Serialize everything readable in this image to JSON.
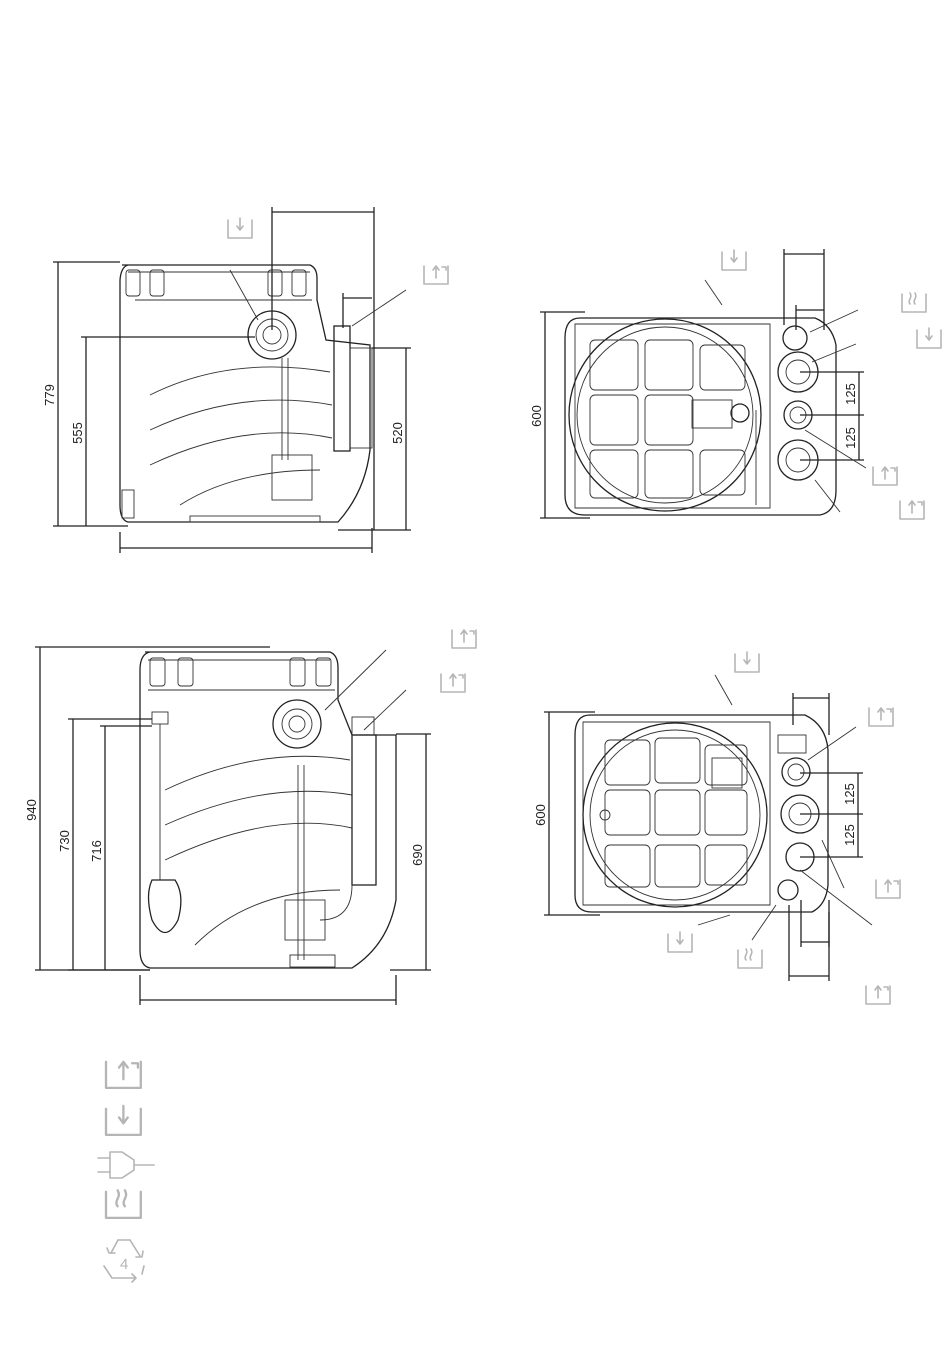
{
  "dimensions": {
    "v1_height_total": "779",
    "v1_height_inlet": "555",
    "v1_height_outlet": "520",
    "v2_depth": "600",
    "v2_spacing_a": "125",
    "v2_spacing_b": "125",
    "v3_height_total": "940",
    "v3_height_a": "730",
    "v3_height_b": "716",
    "v3_height_outlet": "690",
    "v4_depth": "600",
    "v4_spacing_a": "125",
    "v4_spacing_b": "125"
  },
  "legend": {
    "items": [
      {
        "icon": "outlet-pressure-icon"
      },
      {
        "icon": "inlet-icon"
      },
      {
        "icon": "power-plug-icon"
      },
      {
        "icon": "vent-icon"
      },
      {
        "icon": "recycling-icon",
        "code": "4"
      }
    ]
  },
  "colors": {
    "line": "#222222",
    "icon": "#b5b5b5",
    "background": "#ffffff"
  }
}
